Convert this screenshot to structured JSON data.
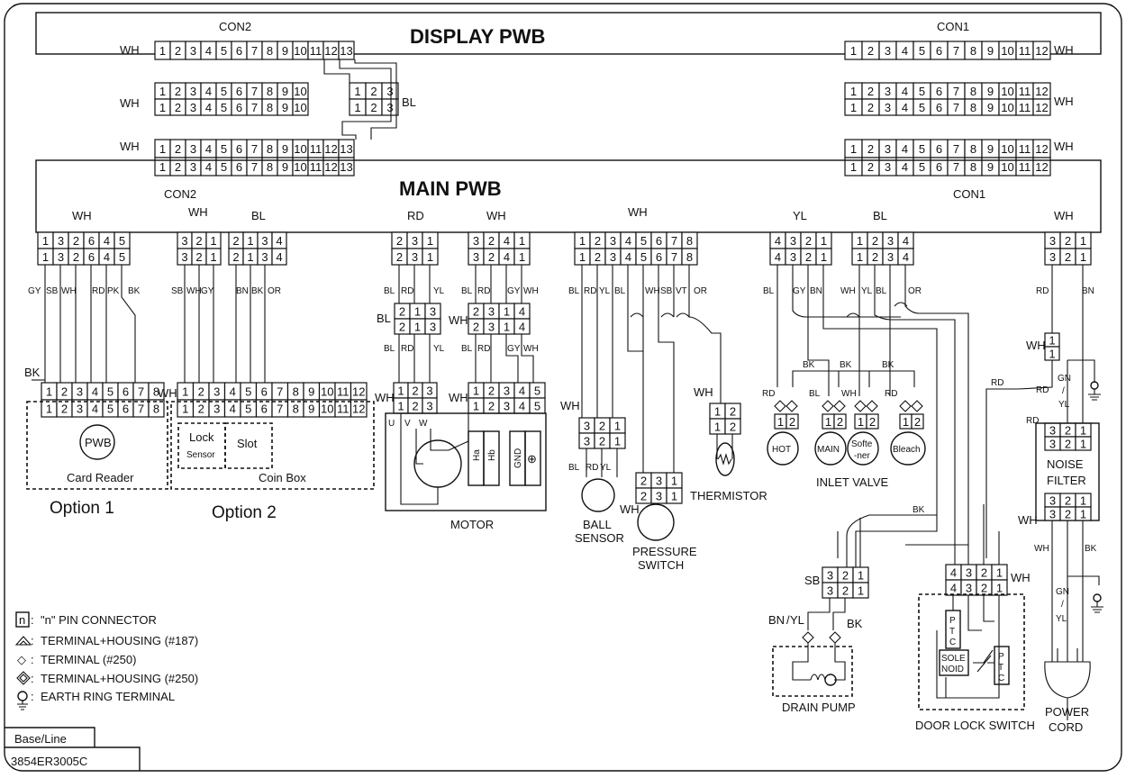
{
  "titles": {
    "display": "DISPLAY PWB",
    "main": "MAIN PWB"
  },
  "con": {
    "con2": "CON2",
    "con1": "CON1"
  },
  "colors": {
    "wh": "WH",
    "bl": "BL",
    "rd": "RD",
    "yl": "YL",
    "bk": "BK",
    "gy": "GY",
    "sb": "SB",
    "bn": "BN",
    "pk": "PK",
    "or": "OR",
    "vt": "VT",
    "gn": "GN",
    "slash": "/"
  },
  "pins": {
    "p13": [
      "1",
      "2",
      "3",
      "4",
      "5",
      "6",
      "7",
      "8",
      "9",
      "10",
      "11",
      "12",
      "13"
    ],
    "p12": [
      "1",
      "2",
      "3",
      "4",
      "5",
      "6",
      "7",
      "8",
      "9",
      "10",
      "11",
      "12"
    ],
    "p10": [
      "1",
      "2",
      "3",
      "4",
      "5",
      "6",
      "7",
      "8",
      "9",
      "10"
    ],
    "p8": [
      "1",
      "2",
      "3",
      "4",
      "5",
      "6",
      "7",
      "8"
    ],
    "p5": [
      "1",
      "2",
      "3",
      "4",
      "5"
    ],
    "p4": [
      "1",
      "2",
      "3",
      "4"
    ],
    "p3": [
      "1",
      "2",
      "3"
    ],
    "p2": [
      "1",
      "2"
    ],
    "p1": [
      "1"
    ],
    "cr": [
      "1",
      "3",
      "2",
      "6",
      "4",
      "5"
    ],
    "c2a": [
      "3",
      "2",
      "1"
    ],
    "c2b": [
      "2",
      "1",
      "3",
      "4"
    ],
    "rd": [
      "2",
      "3",
      "1"
    ],
    "wh4": [
      "3",
      "2",
      "4",
      "1"
    ],
    "yl4": [
      "4",
      "3",
      "2",
      "1"
    ],
    "bl213": [
      "2",
      "1",
      "3"
    ],
    "wh2314": [
      "2",
      "3",
      "1",
      "4"
    ],
    "ps": [
      "2",
      "3",
      "1"
    ],
    "dl": [
      "4",
      "3",
      "2",
      "1"
    ]
  },
  "labels": {
    "pwb": "PWB",
    "card_reader": "Card Reader",
    "option1": "Option 1",
    "option2": "Option 2",
    "lock": "Lock",
    "sensor": "Sensor",
    "slot": "Slot",
    "coin_box": "Coin Box",
    "u": "U",
    "v": "V",
    "w": "W",
    "ha": "Ha",
    "hb": "Hb",
    "gnd": "GND",
    "plus": "⊕",
    "motor": "MOTOR",
    "ball": "BALL",
    "sensor_caps": "SENSOR",
    "pressure": "PRESSURE",
    "switch": "SWITCH",
    "thermistor": "THERMISTOR",
    "hot": "HOT",
    "main": "MAIN",
    "softe": "Softe",
    "ner": "-ner",
    "bleach": "Bleach",
    "inlet_valve": "INLET VALVE",
    "noise": "NOISE",
    "filter": "FILTER",
    "drain_pump": "DRAIN PUMP",
    "door_lock": "DOOR LOCK SWITCH",
    "ptc_p": "P",
    "ptc_t": "T",
    "ptc_c": "C",
    "sole": "SOLE",
    "noid": "NOID",
    "power": "POWER",
    "cord": "CORD"
  },
  "legend": [
    {
      "symbol": "n",
      "text": "\"n\" PIN CONNECTOR"
    },
    {
      "symbol": "",
      "text": "TERMINAL+HOUSING (#187)"
    },
    {
      "symbol": "◇",
      "text": "TERMINAL (#250)"
    },
    {
      "symbol": "",
      "text": "TERMINAL+HOUSING (#250)"
    },
    {
      "symbol": "",
      "text": "EARTH RING TERMINAL"
    }
  ],
  "colon": ":",
  "base_line": "Base/Line",
  "part_no": "3854ER3005C"
}
